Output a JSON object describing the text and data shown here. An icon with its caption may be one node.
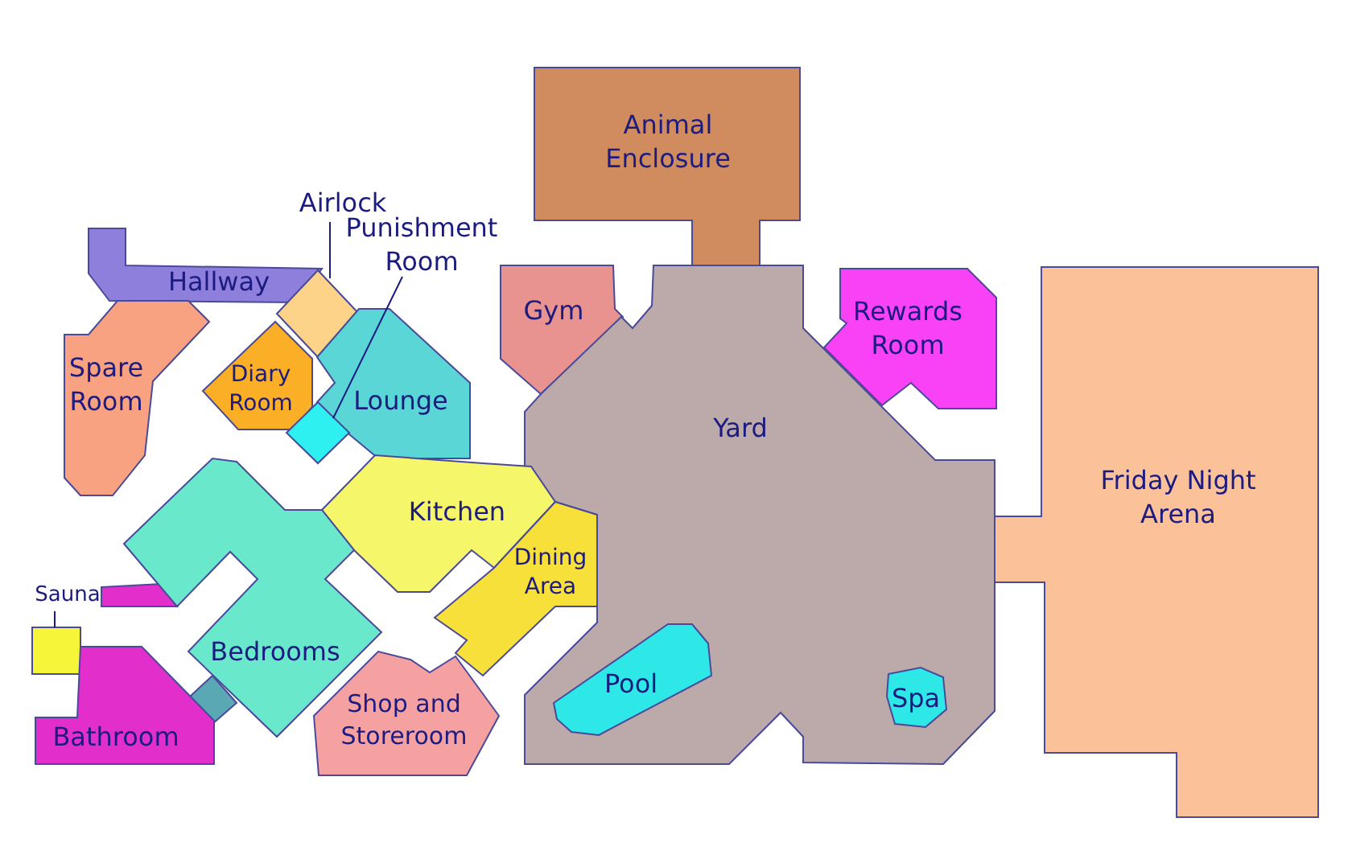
{
  "diagram": {
    "nodes": [
      {
        "text": [
          "Animal Enclosure"
        ]
      },
      {
        "text": [
          "Airlock"
        ]
      },
      {
        "text": [
          "Punishment Room"
        ]
      },
      {
        "text": [
          "Hallway"
        ]
      },
      {
        "text": [],
        "shape": "diamond"
      },
      {
        "text": [
          "Gym"
        ]
      },
      {
        "text": [
          "Yard"
        ]
      },
      {
        "text": [
          "Pool"
        ],
        "in": 6
      },
      {
        "text": [
          "Spa"
        ],
        "in": 6
      },
      {
        "text": [
          "Rewards Room"
        ]
      },
      {
        "text": [
          "Friday Night Arena"
        ]
      },
      {
        "text": [
          "Spare Room"
        ]
      },
      {
        "text": [
          "Diary Room"
        ]
      },
      {
        "text": [
          "Lounge"
        ]
      },
      {
        "text": [],
        "shape": "diamond"
      },
      {
        "text": [
          "Kitchen"
        ]
      },
      {
        "text": [
          "Dining Area"
        ]
      },
      {
        "text": [
          "Sauna"
        ]
      },
      {
        "text": [],
        "shape": "box"
      },
      {
        "text": [
          "Bedrooms"
        ]
      },
      {
        "text": [
          "Bathroom"
        ]
      },
      {
        "text": [
          "Shop and Storeroom"
        ]
      }
    ],
    "edges": [
      {
        "from": 1,
        "to": 4,
        "arrow": "none"
      },
      {
        "from": 2,
        "to": 14,
        "arrow": "none"
      },
      {
        "from": 17,
        "to": 18,
        "arrow": "none"
      }
    ]
  }
}
